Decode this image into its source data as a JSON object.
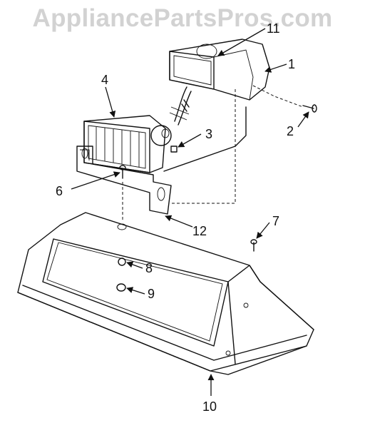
{
  "watermark": "AppliancePartsPros.com",
  "callouts": {
    "p1": "1",
    "p2": "2",
    "p3": "3",
    "p4": "4",
    "p6": "6",
    "p7": "7",
    "p8": "8",
    "p9": "9",
    "p10": "10",
    "p11": "11",
    "p12": "12"
  }
}
